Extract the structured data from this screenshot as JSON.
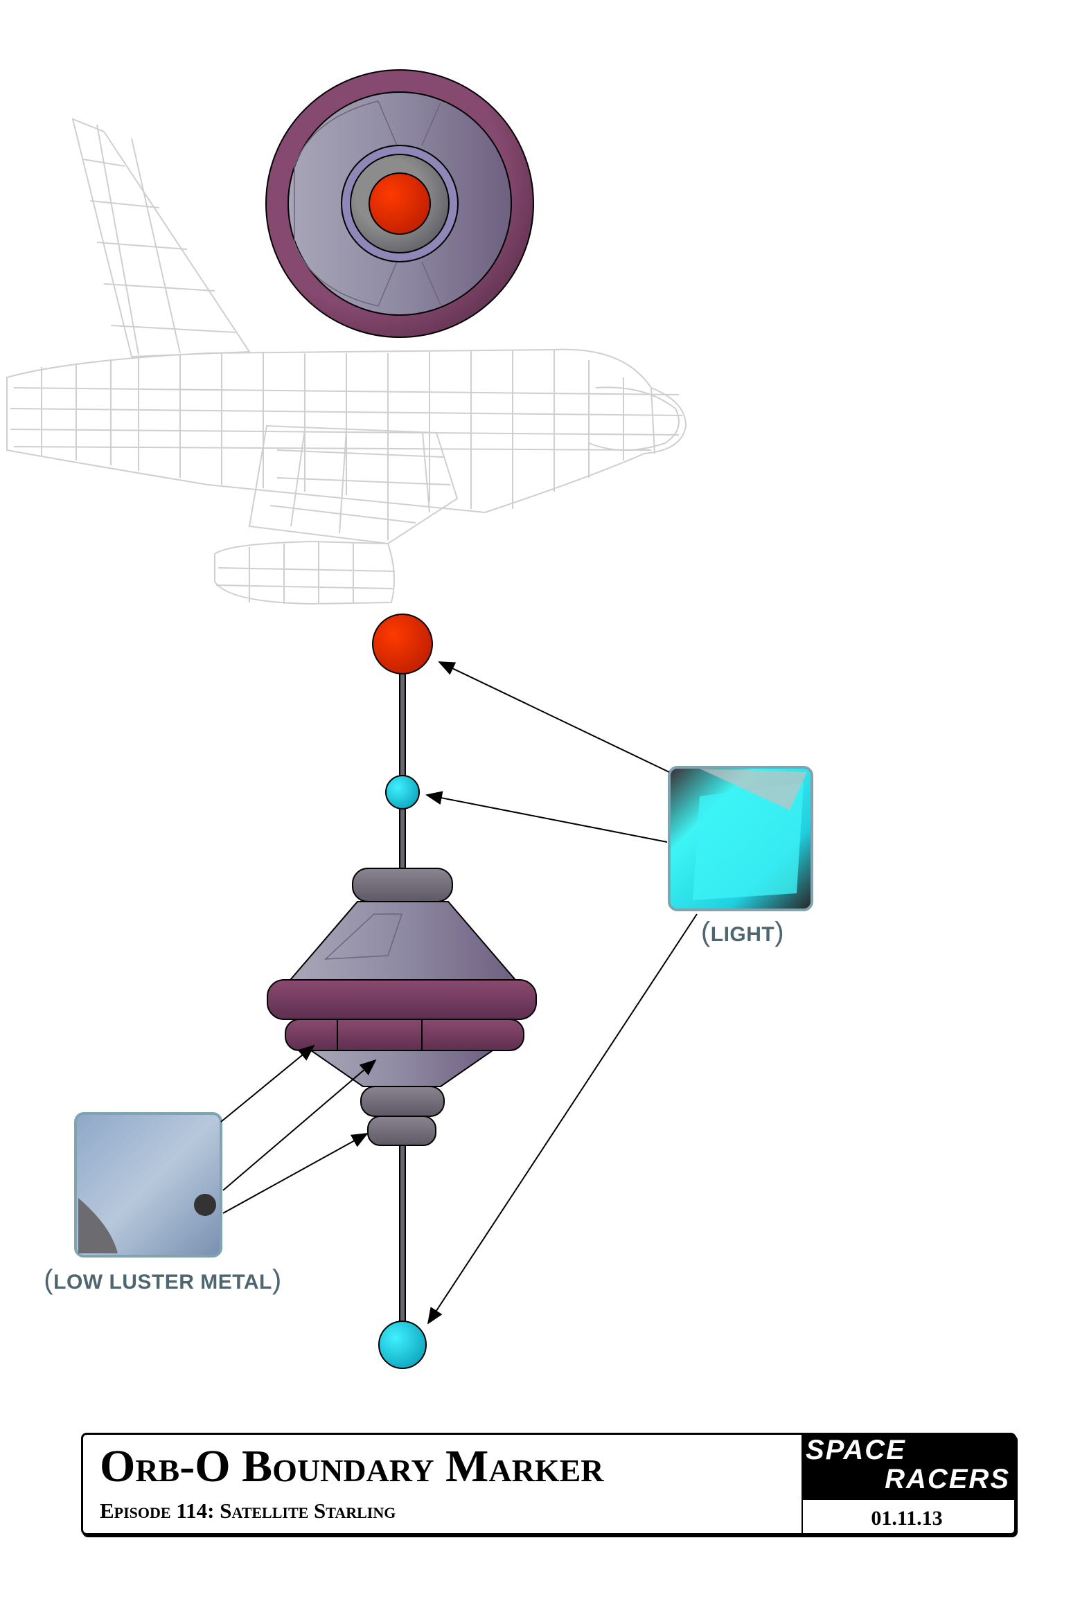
{
  "drawing": {
    "title": "Orb-O Boundary Marker",
    "subtitle": "Episode 114: Satellite Starling",
    "date": "01.11.13",
    "logo": {
      "line1": "SPACE",
      "line2": "RACERS"
    }
  },
  "callouts": {
    "light": {
      "label": "LIGHT",
      "open": "(",
      "close": ")"
    },
    "metal": {
      "label": "LOW LUSTER METAL",
      "open": "(",
      "close": ")"
    }
  },
  "colors": {
    "purple_ring": "#7a4467",
    "body_grey_violet": "#9a97ab",
    "red_light": "#ff3300",
    "cyan_light": "#22d8e8",
    "wireframe": "#cccccc",
    "label": "#4d6670"
  }
}
